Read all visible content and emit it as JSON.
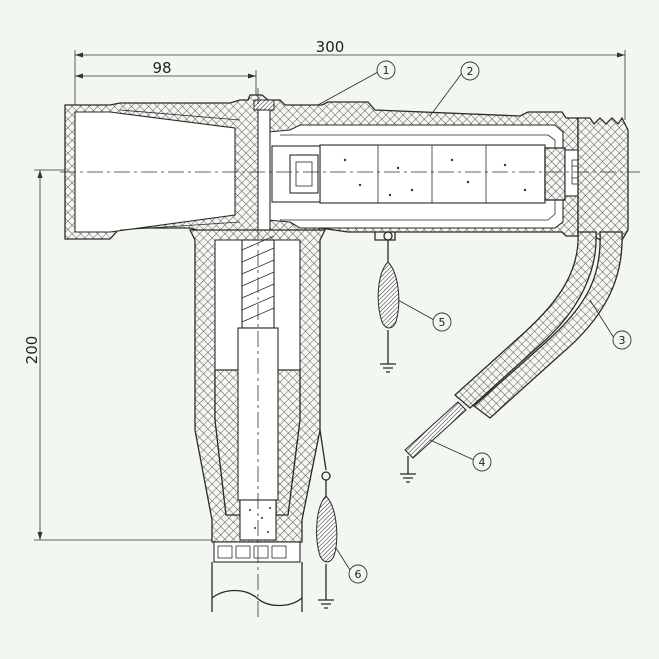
{
  "dimensions": {
    "overall_length": "300",
    "bushing_length": "98",
    "height": "200"
  },
  "callouts": [
    "1",
    "2",
    "3",
    "4",
    "5",
    "6"
  ],
  "colors": {
    "background": "#f2f8ef",
    "line": "#2a2a2a",
    "insulation_fill": "#ffffff"
  }
}
